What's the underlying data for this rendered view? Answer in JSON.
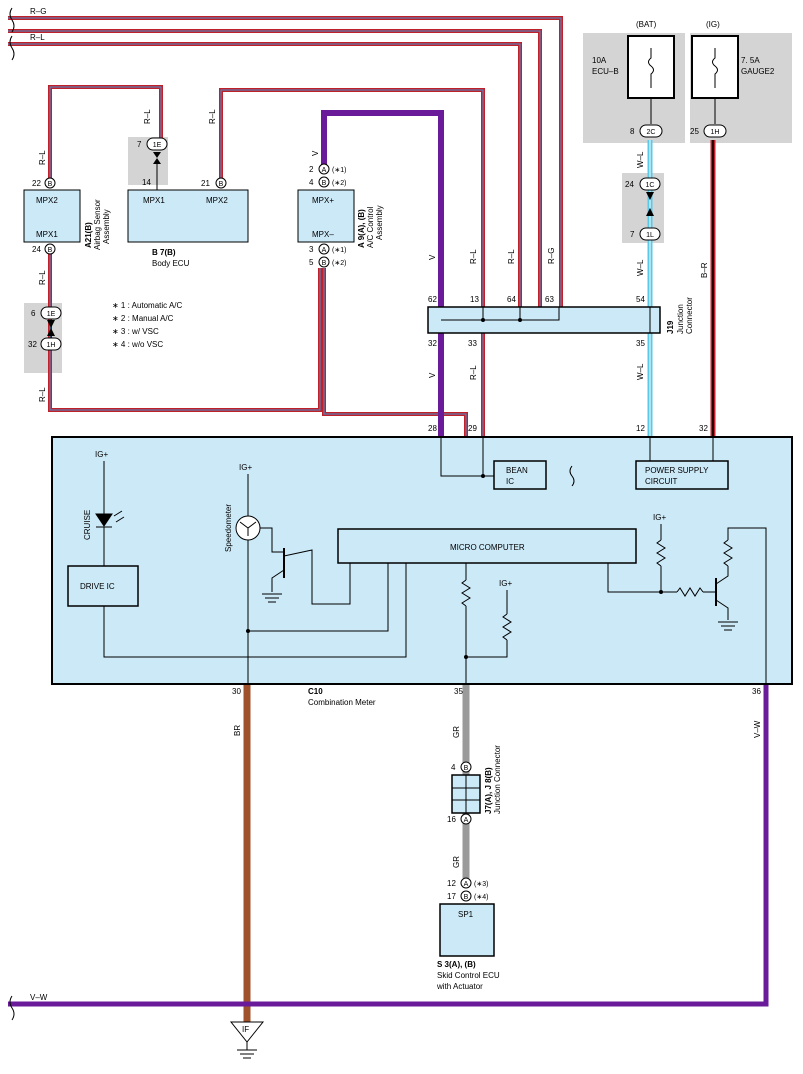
{
  "wire_labels": {
    "rg_top": "R–G",
    "rl_top": "R–L",
    "rl_a": "R–L",
    "rl_b": "R–L",
    "rl_c": "R–L",
    "rl_d": "R–L",
    "rl_e": "R–L",
    "v_a": "V",
    "v_b": "V",
    "v_c": "V",
    "rl_j1": "R–L",
    "rl_j2": "R–L",
    "rl_j3": "R–L",
    "rg_j": "R–G",
    "wl_a": "W–L",
    "wl_b": "W–L",
    "wl_c": "W–L",
    "br": "B–R",
    "br_out": "BR",
    "gr_a": "GR",
    "gr_b": "GR",
    "vw_out": "V–W",
    "vw_bottom": "V–W"
  },
  "airbag": {
    "pin_top": "22",
    "pin_top_conn": "B",
    "label_top": "MPX2",
    "label_bottom": "MPX1",
    "pin_bottom": "24",
    "pin_bottom_conn": "B",
    "code": "A21(B)",
    "name1": "Airbag Sensor",
    "name2": "Assembly"
  },
  "jc_1e_left": {
    "pin": "6",
    "conn": "1E"
  },
  "jc_1h_left": {
    "pin": "32",
    "conn": "1H"
  },
  "body_ecu": {
    "jc_pin": "7",
    "jc_conn": "1E",
    "pin_left": "14",
    "pin_right": "21",
    "pin_right_conn": "B",
    "label_left": "MPX1",
    "label_right": "MPX2",
    "code": "B 7(B)",
    "name": "Body ECU"
  },
  "ac": {
    "pin1": "2",
    "pin1_conn": "A",
    "pin1_note": "(∗1)",
    "pin2": "4",
    "pin2_conn": "B",
    "pin2_note": "(∗2)",
    "label_top": "MPX+",
    "label_bottom": "MPX–",
    "pin3": "3",
    "pin3_conn": "A",
    "pin3_note": "(∗1)",
    "pin4": "5",
    "pin4_conn": "B",
    "pin4_note": "(∗2)",
    "code": "A 9(A), (B)",
    "name1": "A/C Control",
    "name2": "Assembly"
  },
  "notes": [
    "∗ 1 : Automatic A/C",
    "∗ 2 : Manual A/C",
    "∗ 3 : w/ VSC",
    "∗ 4 : w/o VSC"
  ],
  "fuse_bat": {
    "top": "(BAT)",
    "amp": "10A",
    "name": "ECU–B",
    "pin": "8",
    "conn": "2C"
  },
  "fuse_ig": {
    "top": "(IG)",
    "amp": "7. 5A",
    "name": "GAUGE2",
    "pin": "25",
    "conn": "1H"
  },
  "jc_1c": {
    "pin": "24",
    "conn": "1C"
  },
  "jc_1l": {
    "pin": "7",
    "conn": "1L"
  },
  "j19": {
    "pins_top": [
      "62",
      "13",
      "64",
      "63",
      "54"
    ],
    "pins_bottom": [
      "32",
      "33",
      "35"
    ],
    "code": "J19",
    "name1": "Junction",
    "name2": "Connector"
  },
  "meter": {
    "pins_top": [
      "28",
      "29",
      "12",
      "32"
    ],
    "ig1": "IG+",
    "ig2": "IG+",
    "ig3": "IG+",
    "ig4": "IG+",
    "cruise": "CRUISE",
    "drive_ic": "DRIVE IC",
    "speedometer": "Speedometer",
    "bean_1": "BEAN",
    "bean_2": "IC",
    "psu_1": "POWER SUPPLY",
    "psu_2": "CIRCUIT",
    "micro": "MICRO COMPUTER",
    "pin_br": "30",
    "pin_gr": "35",
    "pin_vw": "36",
    "code": "C10",
    "name": "Combination Meter"
  },
  "j7": {
    "pin_top": "4",
    "pin_top_conn": "B",
    "pin_bottom": "16",
    "pin_bottom_conn": "A",
    "code": "J7(A), J 8(B)",
    "name": "Junction Connector"
  },
  "skid": {
    "pin1": "12",
    "pin1_conn": "A",
    "pin1_note": "(∗3)",
    "pin2": "17",
    "pin2_conn": "B",
    "pin2_note": "(∗4)",
    "label": "SP1",
    "code": "S 3(A), (B)",
    "name1": "Skid Control ECU",
    "name2": "with Actuator"
  },
  "ground": {
    "label": "IF"
  },
  "colors": {
    "red": "#c0202a",
    "purple": "#6a1b9a",
    "blue": "#4a8fd0",
    "lightblue": "#b7e0f5",
    "cyan": "#5bc8e8",
    "brown": "#a0522d",
    "gray": "#9a9a9a",
    "darkred": "#5a0a0a",
    "panel": "#cce9f7",
    "shade": "#d4d4d4"
  }
}
